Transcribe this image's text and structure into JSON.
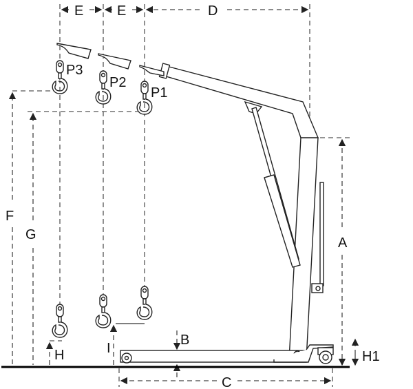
{
  "title": "Engine crane dimension diagram",
  "labels": {
    "E1": "E",
    "E2": "E",
    "D": "D",
    "P3": "P3",
    "P2": "P2",
    "P1": "P1",
    "F": "F",
    "G": "G",
    "A": "A",
    "B": "B",
    "H": "H",
    "I": "I",
    "H1": "H1",
    "C": "C"
  },
  "colors": {
    "line": "#222222",
    "dash": "#555555",
    "ground": "#000000"
  }
}
